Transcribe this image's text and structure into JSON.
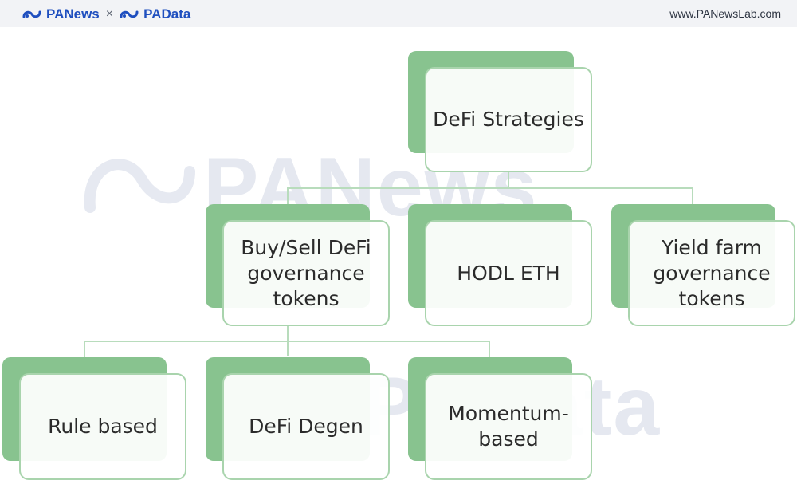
{
  "header": {
    "brand_left": "PANews",
    "separator": "×",
    "brand_right": "PAData",
    "url": "www.PANewsLab.com",
    "brand_color": "#1f4fbf"
  },
  "watermarks": {
    "top": "PANews",
    "bottom": "PAData"
  },
  "diagram": {
    "root": {
      "label": "DeFi Strategies"
    },
    "level2": [
      {
        "label": "Buy/Sell DeFi governance tokens"
      },
      {
        "label": "HODL ETH"
      },
      {
        "label": "Yield farm governance tokens"
      }
    ],
    "level3": [
      {
        "label": "Rule based"
      },
      {
        "label": "DeFi Degen"
      },
      {
        "label": "Momentum-based"
      }
    ],
    "colors": {
      "shadow": "#88c38f",
      "border": "#a9d4ad",
      "connector": "#b8dcbc"
    }
  }
}
